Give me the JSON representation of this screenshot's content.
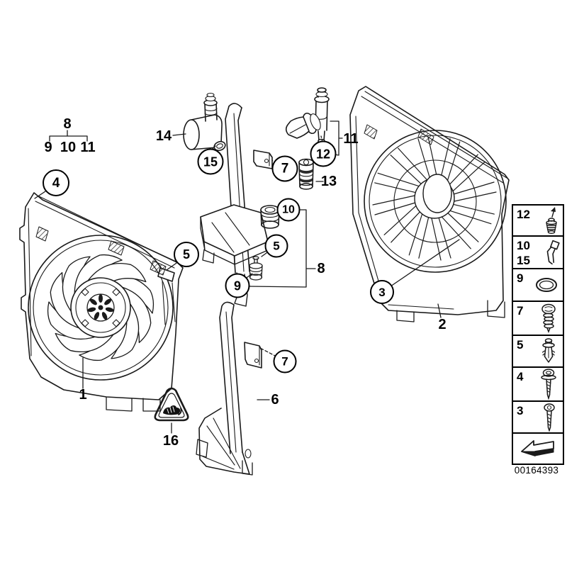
{
  "figure": {
    "type": "exploded-parts-diagram",
    "subject": "fan shroud / electric fan assembly",
    "colors": {
      "line": "#1a1a1a",
      "background": "#ffffff"
    }
  },
  "labels": {
    "group_parent": "8",
    "group_child1": "9",
    "group_child2": "10",
    "group_child3": "11",
    "part14": "14",
    "part11": "11",
    "part13": "13",
    "part8": "8",
    "part1": "1",
    "part16": "16",
    "part6": "6",
    "part2": "2"
  },
  "callouts": {
    "c4": "4",
    "c5_left": "5",
    "c15": "15",
    "c7_upper": "7",
    "c12": "12",
    "c10": "10",
    "c5_mid": "5",
    "c9": "9",
    "c7_lower": "7",
    "c3": "3"
  },
  "legend": {
    "row1_num": "12",
    "row2_num_a": "10",
    "row2_num_b": "15",
    "row3_num": "9",
    "row4_num": "7",
    "row5_num": "5",
    "row6_num": "4",
    "row7_num": "3",
    "part_number": "00164393",
    "icons": {
      "row1": "expansion-plug-up-arrow-icon",
      "row2": "retaining-clip-icon",
      "row3": "o-ring-icon",
      "row4": "screw-with-spring-washer-icon",
      "row5": "expanding-rivet-icon",
      "row6": "tapping-screw-washer-icon",
      "row7": "tapping-screw-icon",
      "row8": "direction-of-travel-arrow-icon"
    }
  },
  "warning": {
    "icon": "rotating-fan-hazard-icon"
  }
}
